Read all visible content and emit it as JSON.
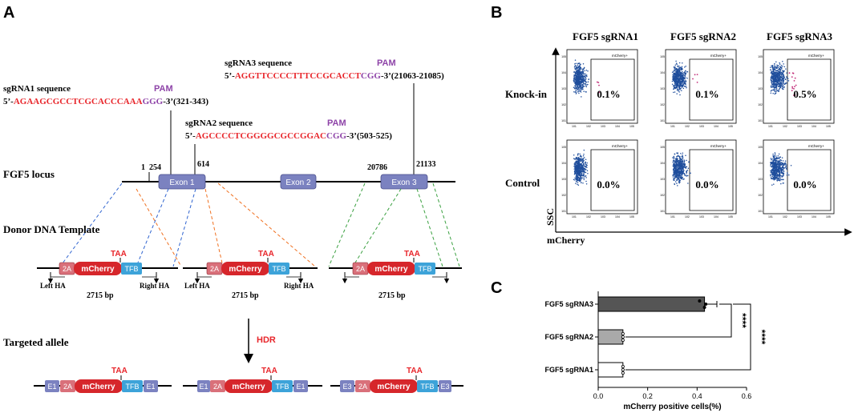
{
  "panel_a": {
    "label": "A",
    "sgrna1": {
      "title": "sgRNA1 sequence",
      "pam": "PAM",
      "prefix": "5’-",
      "seq_red": "AGAAGCGCCTCGCACCCAAA",
      "seq_pam": "GGG",
      "suffix": "-3’(321-343)"
    },
    "sgrna2": {
      "title": "sgRNA2 sequence",
      "pam": "PAM",
      "prefix": "5’-",
      "seq_red": "AGCCCCTCGGGGCGCCGGAC",
      "seq_pam": "CGG",
      "suffix": "-3’(503-525)"
    },
    "sgrna3": {
      "title": "sgRNA3 sequence",
      "pam": "PAM",
      "prefix": "5’-",
      "seq_red": "AGGTTCCCCTTTCCGCACCT",
      "seq_pam": "CGG",
      "suffix": "-3’(21063-21085)"
    },
    "locus_label": "FGF5 locus",
    "locus_numbers": {
      "n1": "1",
      "n254": "254",
      "n614": "614",
      "n20786": "20786",
      "n21133": "21133"
    },
    "exons": [
      "Exon 1",
      "Exon 2",
      "Exon 3"
    ],
    "donor_label": "Donor DNA Template",
    "taa": "TAA",
    "cassette": {
      "p2a": "2A",
      "mcherry": "mCherry",
      "tfb": "TFB"
    },
    "left_ha": "Left HA",
    "right_ha": "Right HA",
    "size": "2715 bp",
    "targeted_label": "Targeted allele",
    "hdr": "HDR",
    "allele_exons": {
      "e1": "E1",
      "e3": "E3"
    }
  },
  "panel_b": {
    "label": "B",
    "columns": [
      "FGF5 sgRNA1",
      "FGF5 sgRNA2",
      "FGF5 sgRNA3"
    ],
    "rows": [
      "Knock-in",
      "Control"
    ],
    "ssc": "SSC",
    "mcherry_axis": "mCherry",
    "gate_label": "mCherry+",
    "percent_knockin": [
      "0.1%",
      "0.1%",
      "0.5%"
    ],
    "percent_control": [
      "0.0%",
      "0.0%",
      "0.0%"
    ]
  },
  "panel_c": {
    "label": "C",
    "significance": [
      "****",
      "****"
    ],
    "colors": {
      "sgrna3": "#555555",
      "sgrna2": "#a9a9a9",
      "sgrna1": "#ffffff"
    }
  },
  "chart_data": {
    "type": "bar",
    "orientation": "horizontal",
    "categories": [
      "FGF5 sgRNA3",
      "FGF5 sgRNA2",
      "FGF5 sgRNA1"
    ],
    "values": [
      0.43,
      0.1,
      0.1
    ],
    "errors": [
      0.05,
      0,
      0
    ],
    "xlabel": "mCherry positive cells(%)",
    "xlim": [
      0,
      0.6
    ],
    "xticks": [
      "0.0",
      "0.2",
      "0.4",
      "0.6"
    ]
  },
  "colors": {
    "exon": "#7b82c0",
    "mcherry": "#d6262b",
    "p2a": "#d9707a",
    "tfb": "#3da3d9",
    "seq_red": "#e8262b",
    "pam": "#8e44a8",
    "dot": "#1f4e9c",
    "blue_dash": "#2f64d0",
    "orange_dash": "#f07020",
    "green_dash": "#3aa040"
  }
}
